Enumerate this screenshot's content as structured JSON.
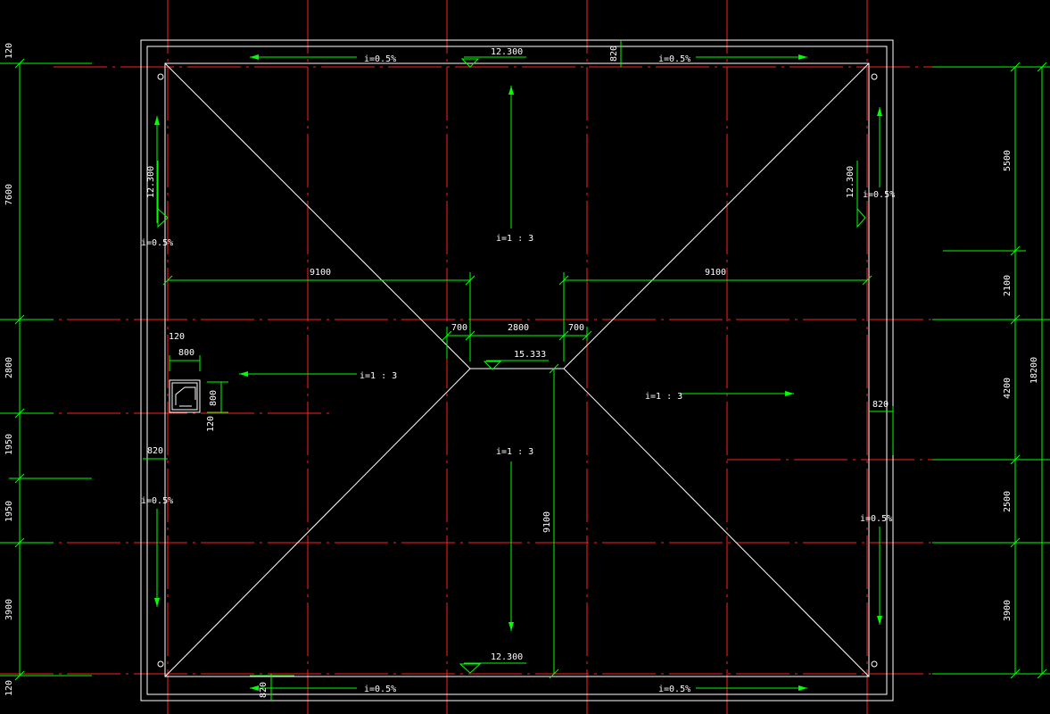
{
  "colors": {
    "background": "#000000",
    "axis": "#ff2020",
    "dimension": "#00ff00",
    "outline": "#ffffff",
    "text": "#ffffff"
  },
  "roof": {
    "elev_edge": "12.300",
    "elev_top": "15.333",
    "slope_roof": "i=1 : 3",
    "slope_gutter": "i=0.5%"
  },
  "dims": {
    "half_span": "9100",
    "side_offset": "700",
    "ridge_width": "2800",
    "gutter_width": "820",
    "wall_thk": "120",
    "opening_w": "800",
    "opening_h": "800",
    "left_120_top": "120",
    "left_7600": "7600",
    "left_2800": "2800",
    "left_1950a": "1950",
    "left_1950b": "1950",
    "left_3900": "3900",
    "left_120_bot": "120",
    "right_5500": "5500",
    "right_2100": "2100",
    "right_4200": "4200",
    "right_2500": "2500",
    "right_3900": "3900",
    "right_total": "18200"
  }
}
